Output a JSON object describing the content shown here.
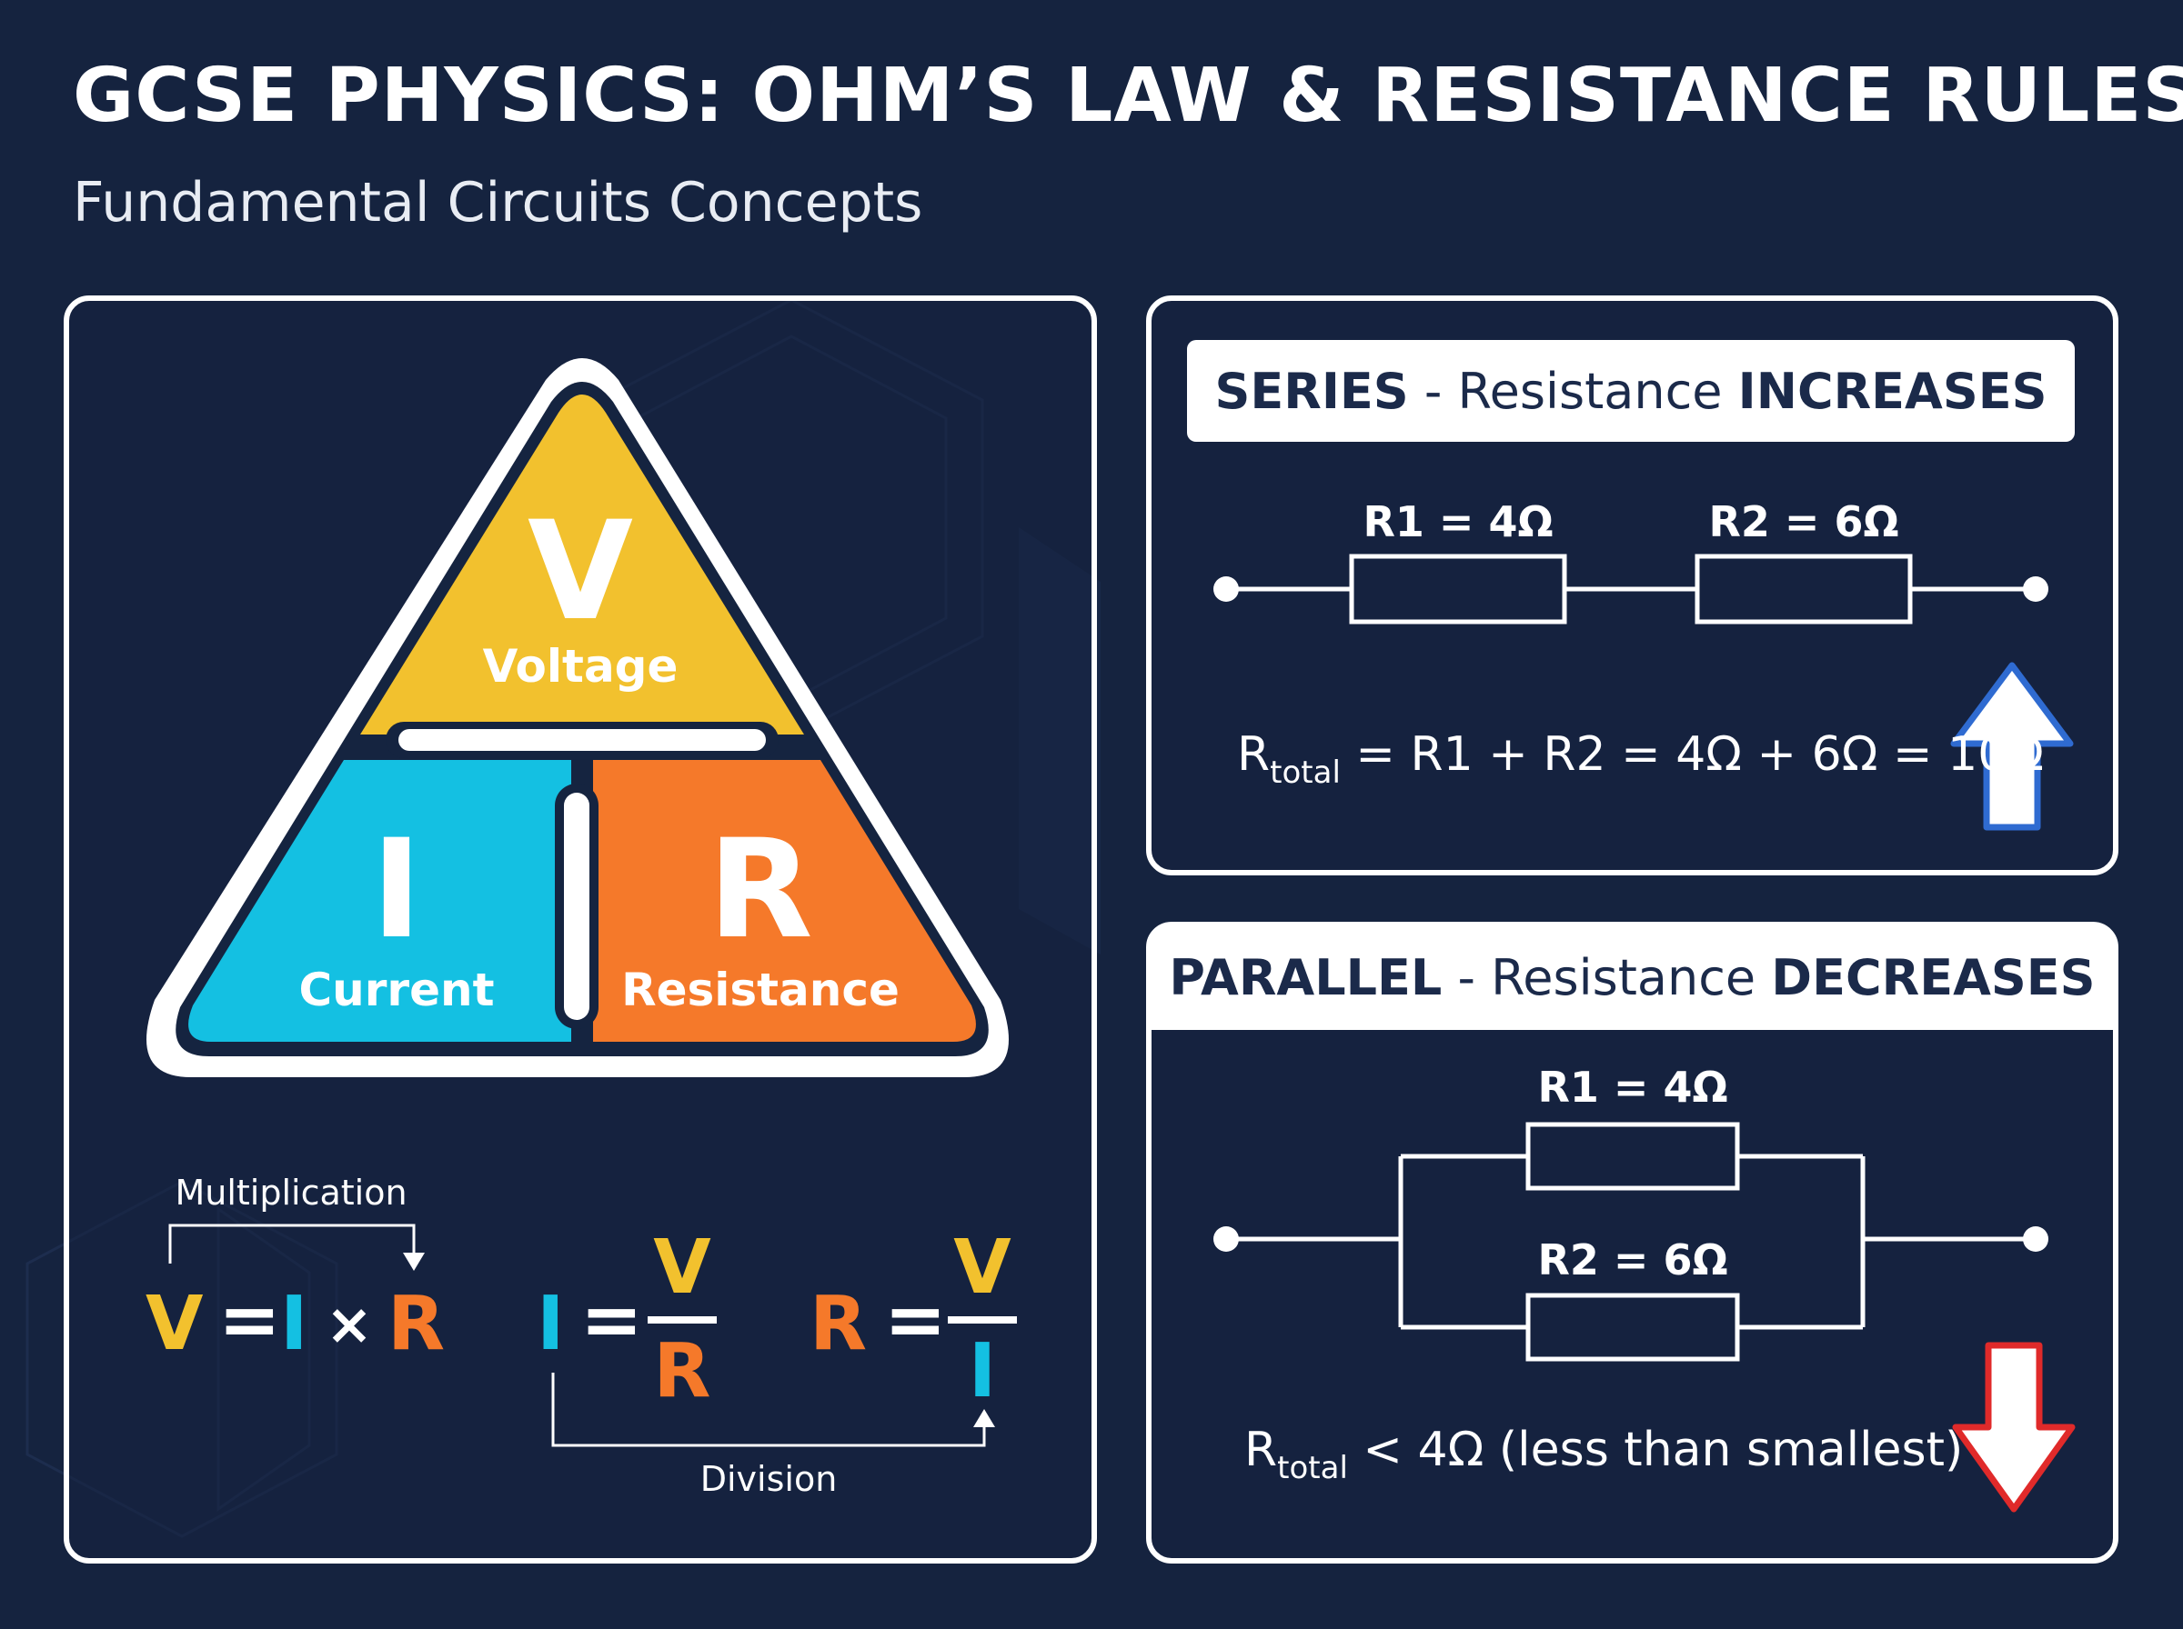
{
  "header": {
    "title": "GCSE PHYSICS: OHM’S LAW & RESISTANCE RULES",
    "subtitle": "Fundamental Circuits Concepts"
  },
  "triangle": {
    "top_letter": "V",
    "top_word": "Voltage",
    "left_letter": "I",
    "left_word": "Current",
    "right_letter": "R",
    "right_word": "Resistance"
  },
  "formulas": {
    "multiplication_label": "Multiplication",
    "division_label": "Division",
    "f1": {
      "lhs": "V",
      "eq": "=",
      "a": "I",
      "op": "×",
      "b": "R"
    },
    "f2": {
      "lhs": "I",
      "eq": "=",
      "num": "V",
      "den": "R"
    },
    "f3": {
      "lhs": "R",
      "eq": "=",
      "num": "V",
      "den": "I"
    }
  },
  "series": {
    "heading_strong": "SERIES",
    "heading_mid": " - Resistance ",
    "heading_end": "INCREASES",
    "r1_label": "R1 = 4Ω",
    "r2_label": "R2 = 6Ω",
    "formula_r": "R",
    "formula_sub": "total",
    "formula_rest": " = R1 + R2 = 4Ω + 6Ω = 10Ω"
  },
  "parallel": {
    "heading_strong": "PARALLEL",
    "heading_mid": " - Resistance ",
    "heading_end": "DECREASES",
    "r1_label": "R1 = 4Ω",
    "r2_label": "R2 = 6Ω",
    "formula_r": "R",
    "formula_sub": "total",
    "formula_rest": " < 4Ω (less than smallest)"
  },
  "colors": {
    "background": "#15233f",
    "voltage": "#f2c12e",
    "current": "#14c0e2",
    "resistance": "#f5792a",
    "arrow_up": "#2f6bd1",
    "arrow_down": "#e02a2a"
  },
  "icons": {
    "increase": "arrow-up-icon",
    "decrease": "arrow-down-icon"
  }
}
